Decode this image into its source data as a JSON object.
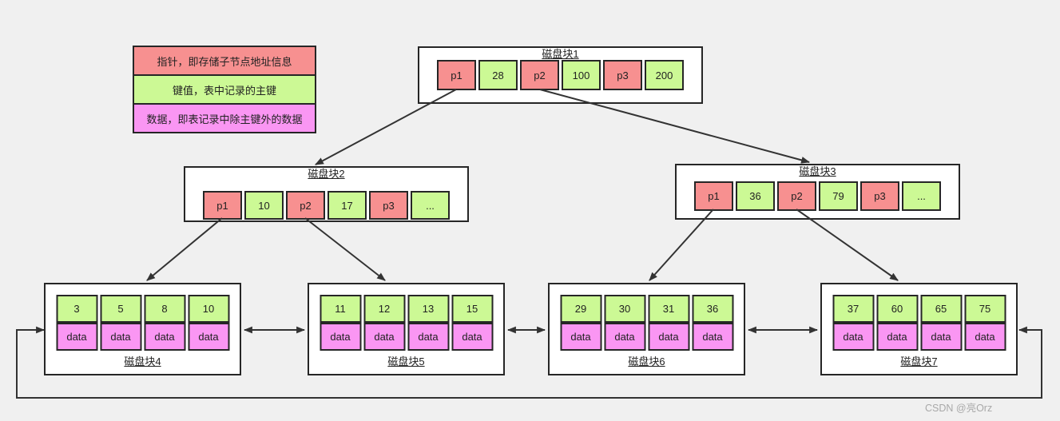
{
  "legend": {
    "items": [
      {
        "kind": "pointer",
        "label": "指针，即存储子节点地址信息"
      },
      {
        "kind": "key",
        "label": "键值，表中记录的主键"
      },
      {
        "kind": "data",
        "label": "数据，即表记录中除主键外的数据"
      }
    ]
  },
  "nodes": {
    "block1": {
      "title": "磁盘块1",
      "cells": [
        "p1",
        "28",
        "p2",
        "100",
        "p3",
        "200"
      ]
    },
    "block2": {
      "title": "磁盘块2",
      "cells": [
        "p1",
        "10",
        "p2",
        "17",
        "p3",
        "..."
      ]
    },
    "block3": {
      "title": "磁盘块3",
      "cells": [
        "p1",
        "36",
        "p2",
        "79",
        "p3",
        "..."
      ]
    },
    "block4": {
      "title": "磁盘块4",
      "keys": [
        "3",
        "5",
        "8",
        "10"
      ],
      "data": [
        "data",
        "data",
        "data",
        "data"
      ]
    },
    "block5": {
      "title": "磁盘块5",
      "keys": [
        "11",
        "12",
        "13",
        "15"
      ],
      "data": [
        "data",
        "data",
        "data",
        "data"
      ]
    },
    "block6": {
      "title": "磁盘块6",
      "keys": [
        "29",
        "30",
        "31",
        "36"
      ],
      "data": [
        "data",
        "data",
        "data",
        "data"
      ]
    },
    "block7": {
      "title": "磁盘块7",
      "keys": [
        "37",
        "60",
        "65",
        "75"
      ],
      "data": [
        "data",
        "data",
        "data",
        "data"
      ]
    }
  },
  "watermark": "CSDN @亮Orz",
  "colors": {
    "c-pointer": "#f79090",
    "c-key": "#ccf995",
    "c-data": "#fa96f3",
    "c-border": "#262626",
    "c-background": "#f0f0f0",
    "c-box": "#ffffff",
    "c-arrow": "#333333",
    "c-watermark": "#a8a8a8"
  }
}
